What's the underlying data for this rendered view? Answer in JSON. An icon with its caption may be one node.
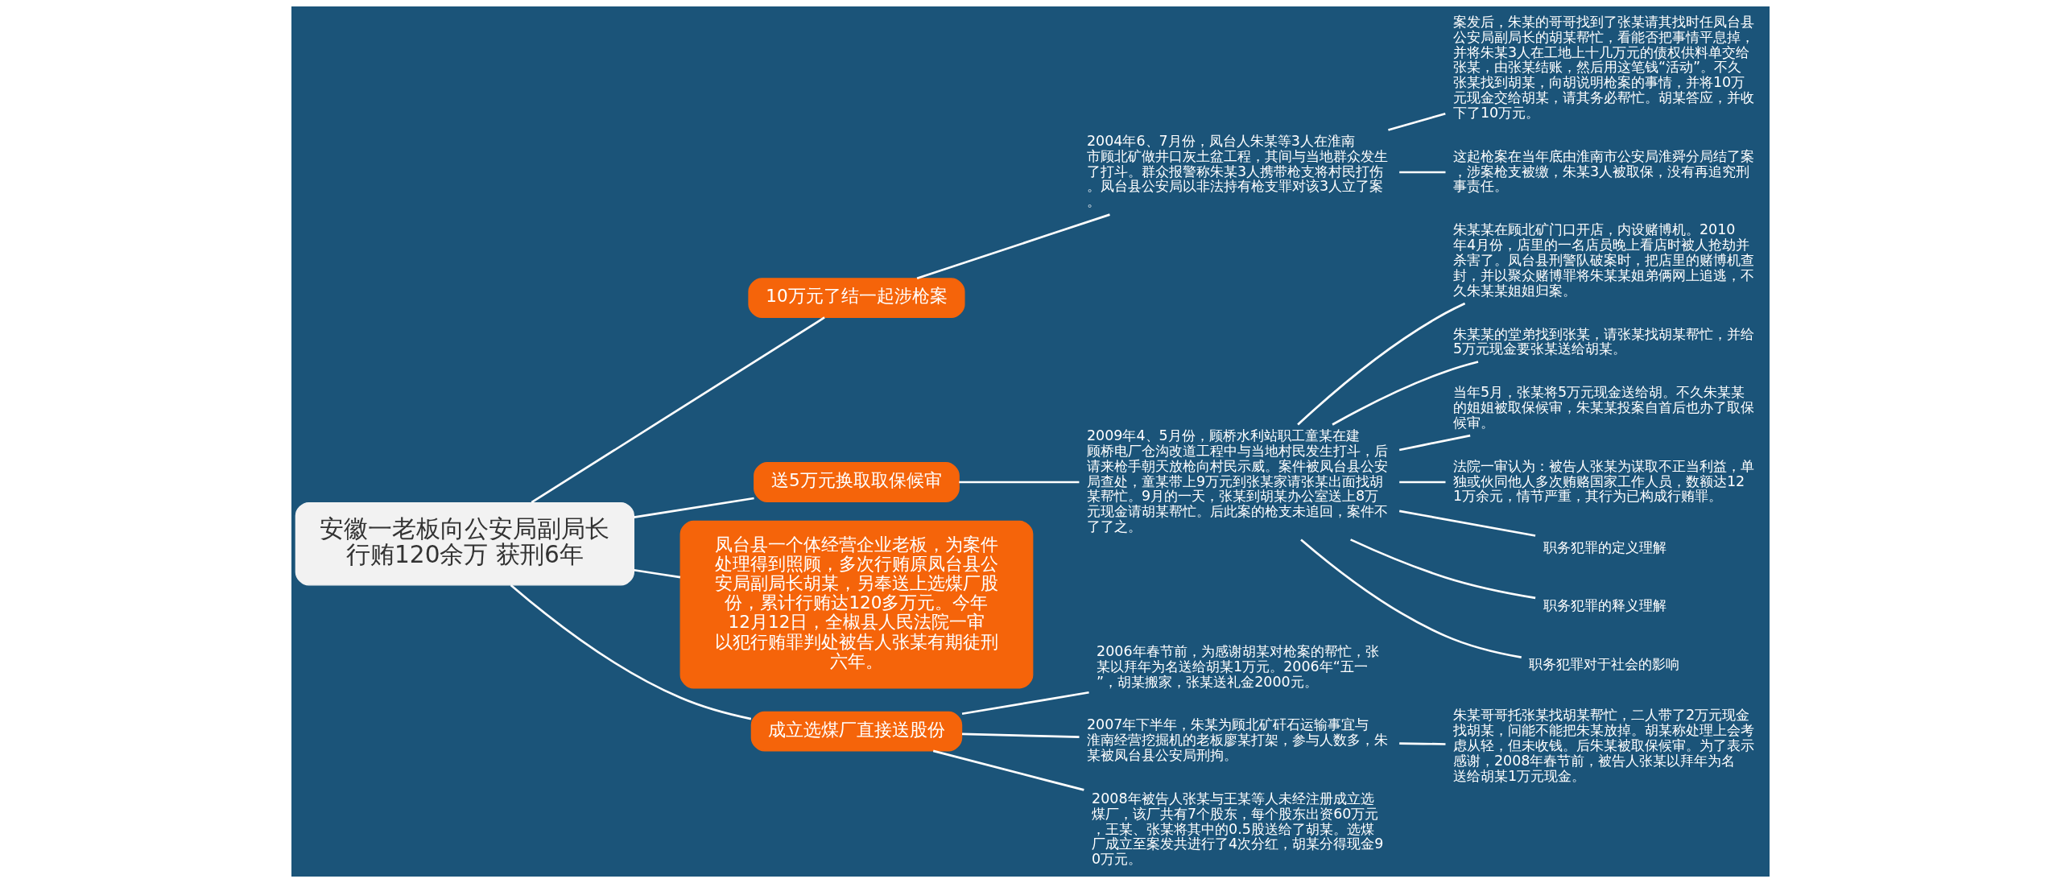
{
  "diagram": {
    "nodes": [
      {
        "text": [
          "安徽一老板向公安局副局长行贿120余万 获刑6年"
        ]
      },
      {
        "text": [
          "10万元了结一起涉枪案"
        ]
      },
      {
        "text": [
          "2004年6、7月份，凤台人朱某等3人在淮南市顾北矿做井口灰土盆工程，其间与当地群众发生了打斗。群众报警称朱某3人携带枪支将村民打伤。凤台县公安局以非法持有枪支罪对该3人立了案。"
        ]
      },
      {
        "text": [
          "案发后，朱某的哥哥找到了张某请其找时任凤台县公安局副局长的胡某帮忙，看能否把事情平息掉，并将朱某3人在工地上十几万元的债权供料单交给张某，由张某结账，然后用这笔钱“活动”。不久张某找到胡某，向胡说明枪案的事情，并将10万元现金交给胡某，请其务必帮忙。胡某答应，并收下了10万元。"
        ]
      },
      {
        "text": [
          "这起枪案在当年底由淮南市公安局淮舜分局结了案，涉案枪支被缴，朱某3人被取保，没有再追究刑事责任。"
        ]
      },
      {
        "text": [
          "送5万元换取取保候审"
        ]
      },
      {
        "text": [
          "2009年4、5月份，顾桥水利站职工童某在建顾桥电厂仓沟改道工程中与当地村民发生打斗，后请来枪手朝天放枪向村民示威。案件被凤台县公安局查处，童某带上9万元到张某家请张某出面找胡某帮忙。9月的一天，张某到胡某办公室送上8万元现金请胡某帮忙。后此案的枪支未追回，案件不了了之。"
        ]
      },
      {
        "text": [
          "朱某某在顾北矿门口开店，内设赌博机。2010年4月份，店里的一名店员晚上看店时被人抢劫并杀害了。凤台县刑警队破案时，把店里的赌博机查封，并以聚众赌博罪将朱某某姐弟俩网上追逃，不久朱某某姐姐归案。"
        ]
      },
      {
        "text": [
          "朱某某的堂弟找到张某，请张某找胡某帮忙，并给5万元现金要张某送给胡某。"
        ]
      },
      {
        "text": [
          "当年5月，张某将5万元现金送给胡。不久朱某某的姐姐被取保候审，朱某某投案自首后也办了取保候审。"
        ]
      },
      {
        "text": [
          "法院一审认为：被告人张某为谋取不正当利益，单独或伙同他人多次贿赂国家工作人员，数额达121万余元，情节严重，其行为已构成行贿罪。"
        ]
      },
      {
        "text": [
          "职务犯罪的定义理解"
        ]
      },
      {
        "text": [
          "职务犯罪的释义理解"
        ]
      },
      {
        "text": [
          "职务犯罪对于社会的影响"
        ]
      },
      {
        "text": [
          "凤台县一个体经营企业老板，为案件处理得到照顾，多次行贿原凤台县公安局副局长胡某，另奉送上选煤厂股份，累计行贿达120多万元。今年12月12日，全椒县人民法院一审以犯行贿罪判处被告人张某有期徒刑六年。"
        ]
      },
      {
        "text": [
          "成立选煤厂直接送股份"
        ]
      },
      {
        "text": [
          "2006年春节前，为感谢胡某对枪案的帮忙，张某以拜年为名送给胡某1万元。2006年“五一”，胡某搬家，张某送礼金2000元。"
        ]
      },
      {
        "text": [
          "2007年下半年，朱某为顾北矿矸石运输事宜与淮南经营挖掘机的老板廖某打架，参与人数多，朱某被凤台县公安局刑拘。"
        ]
      },
      {
        "text": [
          "朱某哥哥托张某找胡某帮忙，二人带了2万元现金找胡某，问能不能把朱某放掉。胡某称处理上会考虑从轻，但未收钱。后朱某被取保候审。为了表示感谢，2008年春节前，被告人张某以拜年为名送给胡某1万元现金。"
        ]
      },
      {
        "text": [
          "2008年被告人张某与王某等人未经注册成立选煤厂，该厂共有7个股东，每个股东出资60万元，王某、张某将其中的0.5股送给了胡某。选煤厂成立至案发共进行了4次分红，胡某分得现金90万元。"
        ]
      }
    ],
    "edges": [
      {
        "from": 0,
        "to": 1,
        "arrow": "none"
      },
      {
        "from": 1,
        "to": 2,
        "arrow": "none"
      },
      {
        "from": 2,
        "to": 3,
        "arrow": "none"
      },
      {
        "from": 2,
        "to": 4,
        "arrow": "none"
      },
      {
        "from": 0,
        "to": 5,
        "arrow": "none"
      },
      {
        "from": 5,
        "to": 6,
        "arrow": "none"
      },
      {
        "from": 6,
        "to": 7,
        "arrow": "none"
      },
      {
        "from": 6,
        "to": 8,
        "arrow": "none"
      },
      {
        "from": 6,
        "to": 9,
        "arrow": "none"
      },
      {
        "from": 6,
        "to": 10,
        "arrow": "none"
      },
      {
        "from": 6,
        "to": 11,
        "arrow": "none"
      },
      {
        "from": 6,
        "to": 12,
        "arrow": "none"
      },
      {
        "from": 6,
        "to": 13,
        "arrow": "none"
      },
      {
        "from": 0,
        "to": 14,
        "arrow": "none"
      },
      {
        "from": 0,
        "to": 15,
        "arrow": "none"
      },
      {
        "from": 15,
        "to": 16,
        "arrow": "none"
      },
      {
        "from": 15,
        "to": 17,
        "arrow": "none"
      },
      {
        "from": 17,
        "to": 18,
        "arrow": "none"
      },
      {
        "from": 15,
        "to": 19,
        "arrow": "none"
      }
    ]
  }
}
